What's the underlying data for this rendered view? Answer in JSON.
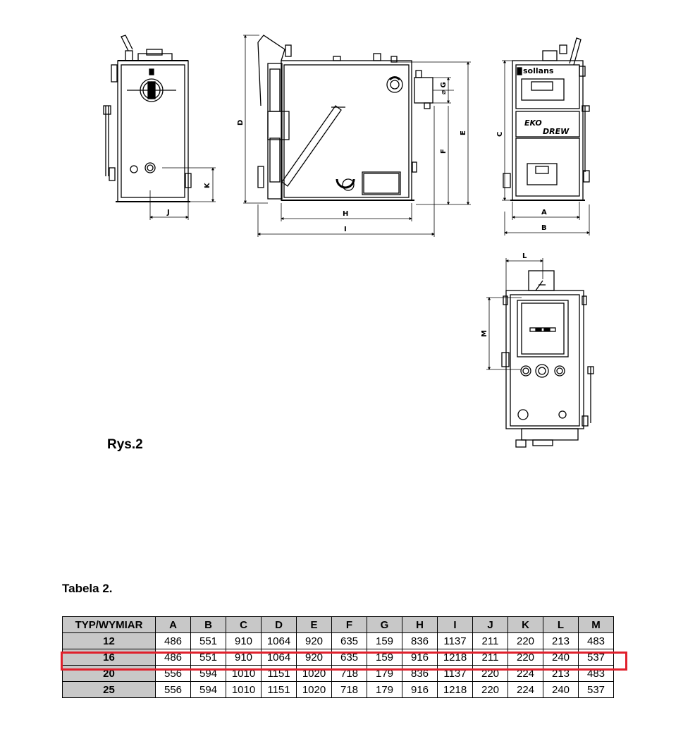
{
  "figure": {
    "caption": "Rys.2",
    "brand_label": "sollans",
    "panel_text_line1": "EKO",
    "panel_text_line2": "DREW",
    "dimension_labels": {
      "A": "A",
      "B": "B",
      "C": "C",
      "D": "D",
      "E": "E",
      "F": "F",
      "G": "G",
      "H": "H",
      "I": "I",
      "J": "J",
      "K": "K",
      "L": "L",
      "M": "M"
    },
    "diameter_symbol": "⌀"
  },
  "table": {
    "caption": "Tabela 2.",
    "corner_header": "TYP/WYMIAR",
    "columns": [
      "A",
      "B",
      "C",
      "D",
      "E",
      "F",
      "G",
      "H",
      "I",
      "J",
      "K",
      "L",
      "M"
    ],
    "rows": [
      {
        "type": "12",
        "values": [
          "486",
          "551",
          "910",
          "1064",
          "920",
          "635",
          "159",
          "836",
          "1137",
          "211",
          "220",
          "213",
          "483"
        ]
      },
      {
        "type": "16",
        "values": [
          "486",
          "551",
          "910",
          "1064",
          "920",
          "635",
          "159",
          "916",
          "1218",
          "211",
          "220",
          "240",
          "537"
        ]
      },
      {
        "type": "20",
        "values": [
          "556",
          "594",
          "1010",
          "1151",
          "1020",
          "718",
          "179",
          "836",
          "1137",
          "220",
          "224",
          "213",
          "483"
        ]
      },
      {
        "type": "25",
        "values": [
          "556",
          "594",
          "1010",
          "1151",
          "1020",
          "718",
          "179",
          "916",
          "1218",
          "220",
          "224",
          "240",
          "537"
        ]
      }
    ],
    "highlighted_row": "16",
    "highlight_color": "#e0202c"
  }
}
